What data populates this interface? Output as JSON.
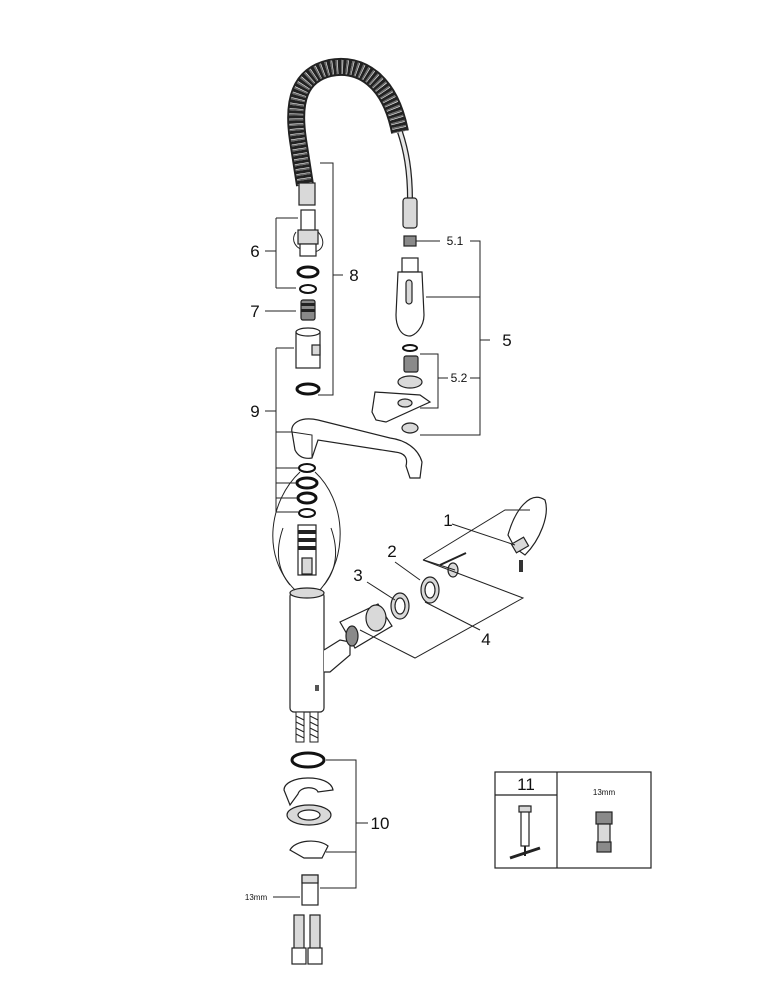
{
  "callouts": {
    "c1": "1",
    "c2": "2",
    "c3": "3",
    "c4": "4",
    "c5": "5",
    "c5_1": "5.1",
    "c5_2": "5.2",
    "c6": "6",
    "c7": "7",
    "c8": "8",
    "c9": "9",
    "c10": "10",
    "c11": "11"
  },
  "wrench_sizes": {
    "bottom": "13mm",
    "box": "13mm"
  }
}
